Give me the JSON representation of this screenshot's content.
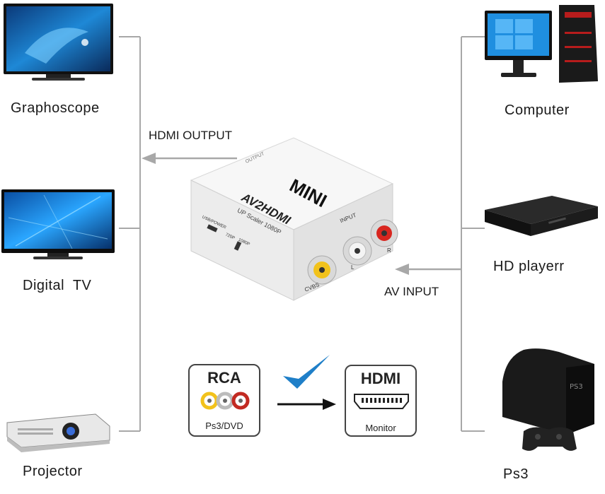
{
  "devices_left": [
    {
      "label": "Graphoscope"
    },
    {
      "label": "Digital  TV"
    },
    {
      "label": "Projector"
    }
  ],
  "devices_right": [
    {
      "label": "Computer"
    },
    {
      "label": "HD playerr"
    },
    {
      "label": "Ps3"
    }
  ],
  "arrows": {
    "output_label": "HDMI OUTPUT",
    "input_label": "AV INPUT"
  },
  "converter": {
    "top_brand": "MINI",
    "model": "AV2HDMI",
    "subtitle": "UP Scaler 1080P",
    "output_port": "OUTPUT",
    "input_label": "INPUT",
    "usb_label": "USB/POWER",
    "switch_720": "720P",
    "switch_1080": "1080P",
    "port_cvbs": "CVBS",
    "port_l": "L",
    "port_r": "R"
  },
  "legend": {
    "rca_title": "RCA",
    "rca_sub": "Ps3/DVD",
    "hdmi_title": "HDMI",
    "hdmi_sub": "Monitor"
  },
  "colors": {
    "line": "#a8a8a8",
    "check": "#1f7fc8",
    "rca_yellow": "#f2c21b",
    "rca_white": "#e9e9e9",
    "rca_red": "#d8261f"
  }
}
